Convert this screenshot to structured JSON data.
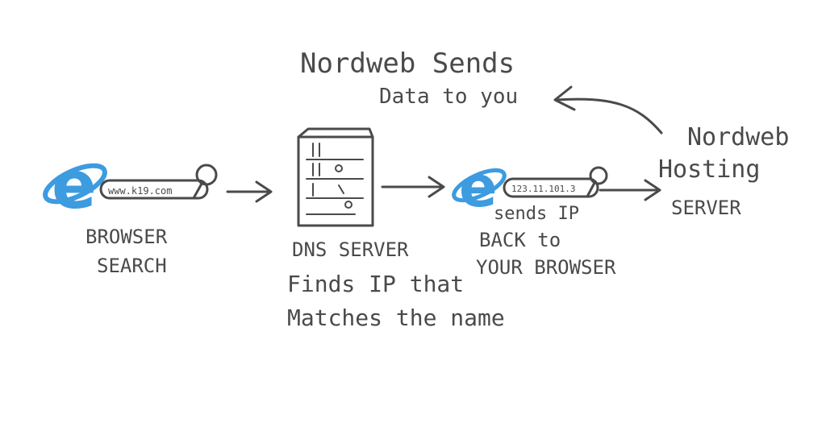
{
  "diagram": {
    "title": {
      "line1": "Nordweb Sends",
      "line2": "Data to you"
    },
    "browser": {
      "url": "www.k19.com",
      "label_line1": "BROWSER",
      "label_line2": "SEARCH"
    },
    "dns": {
      "label_line1": "DNS SERVER",
      "label_line2": "Finds IP that",
      "label_line3": "Matches the name"
    },
    "ip_return": {
      "ip": "123.11.101.3",
      "label_line1": "sends IP",
      "label_line2": "BACK to",
      "label_line3": "YOUR BROWSER"
    },
    "hosting": {
      "label_line1": "Nordweb",
      "label_line2": "Hosting",
      "label_line3": "SERVER"
    },
    "colors": {
      "ink": "#4a4a4a",
      "browser_icon": "#3d9be0"
    },
    "icons": [
      "internet-explorer-icon",
      "magnifier-icon",
      "server-rack-icon",
      "arrow-icon"
    ]
  }
}
